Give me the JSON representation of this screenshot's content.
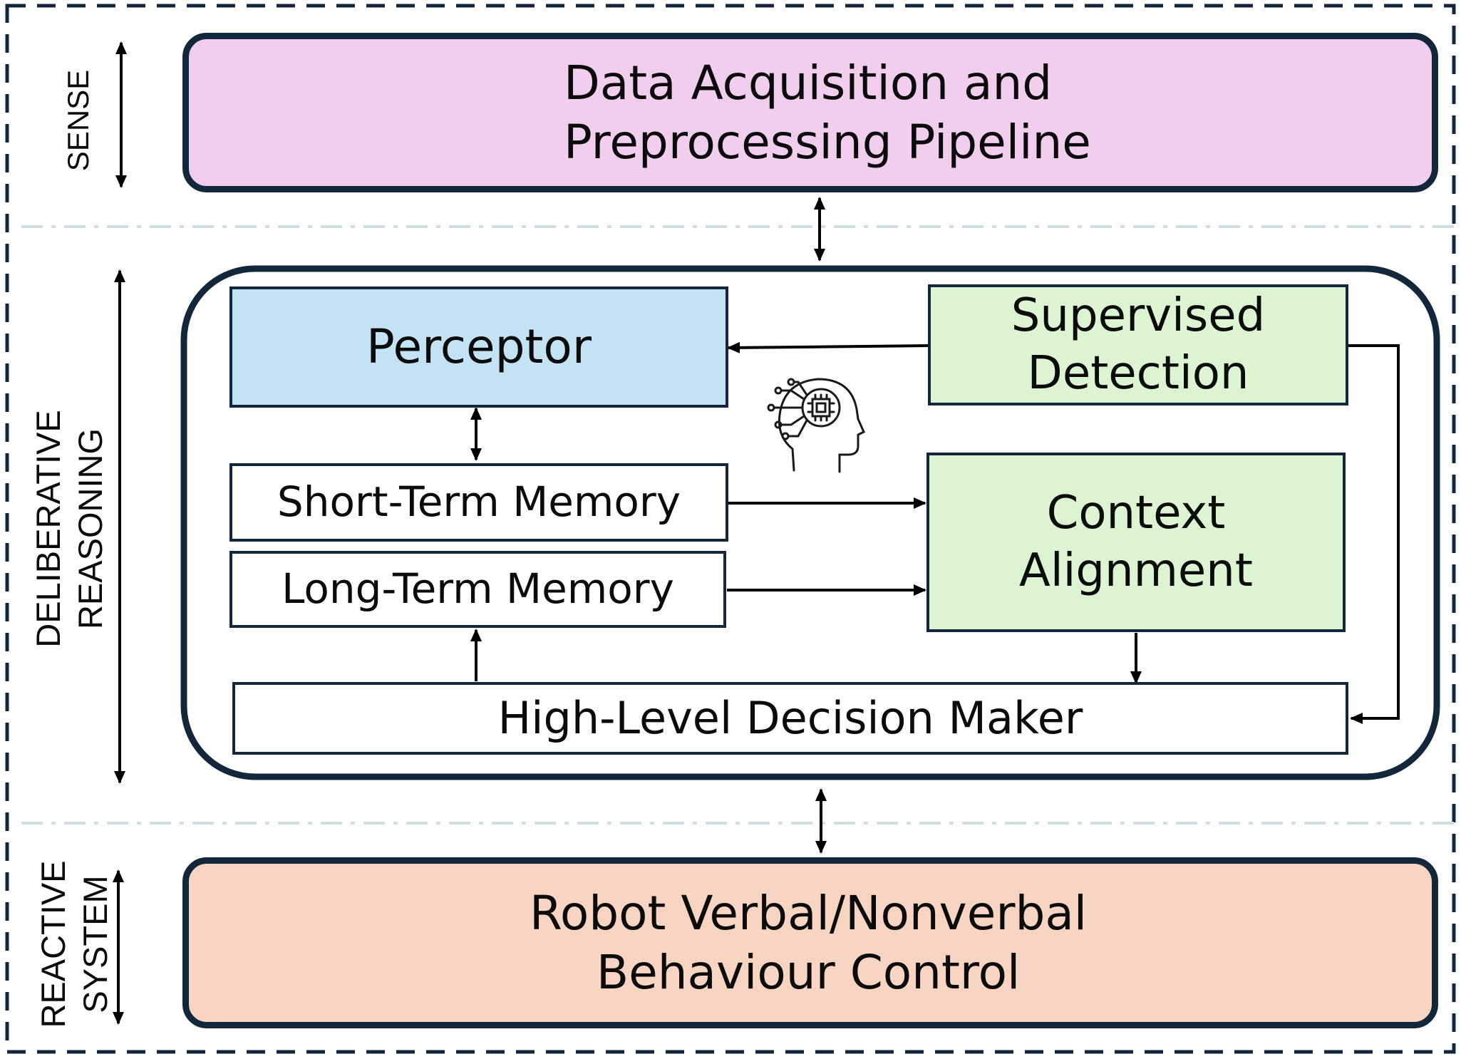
{
  "layers": {
    "sense": {
      "label": "SENSE"
    },
    "deliberative": {
      "label_line1": "DELIBERATIVE",
      "label_line2": "REASONING"
    },
    "reactive": {
      "label_line1": "REACTIVE",
      "label_line2": "SYSTEM"
    }
  },
  "boxes": {
    "pipeline": {
      "line1": "Data Acquisition and",
      "line2": "Preprocessing Pipeline",
      "icon": "human-sensing-icon"
    },
    "perceptor": {
      "label": "Perceptor"
    },
    "supervised_detection": {
      "line1": "Supervised",
      "line2": "Detection"
    },
    "short_term_memory": {
      "label": "Short-Term Memory"
    },
    "long_term_memory": {
      "label": "Long-Term Memory"
    },
    "context_alignment": {
      "line1": "Context",
      "line2": "Alignment"
    },
    "decision_maker": {
      "label": "High-Level Decision Maker"
    },
    "behaviour_control": {
      "line1": "Robot Verbal/Nonverbal",
      "line2": "Behaviour Control",
      "icon": "robot-head-icon"
    }
  },
  "icons": {
    "brain_chip": "ai-brain-chip-icon"
  },
  "colors": {
    "outline": "#13273a",
    "pipeline_fill": "#f1cdee",
    "perceptor_fill": "#c3e3f4",
    "green_fill": "#dcf4d1",
    "behaviour_fill": "#f8d5c3",
    "divider": "#cfdede"
  }
}
